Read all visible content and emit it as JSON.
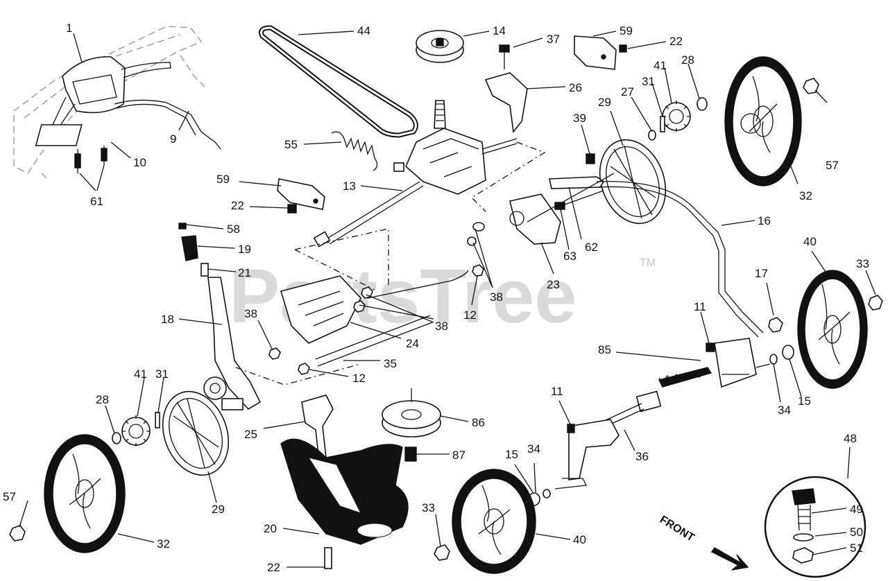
{
  "watermark": {
    "text": "PartsTree",
    "tm": "TM"
  },
  "front_arrow": "FRONT",
  "labels": {
    "l1": "1",
    "l9": "9",
    "l10": "10",
    "l61": "61",
    "l44": "44",
    "l14": "14",
    "l37": "37",
    "l59a": "59",
    "l22a": "22",
    "l26": "26",
    "l41a": "41",
    "l28a": "28",
    "l31a": "31",
    "l27": "27",
    "l29a": "29",
    "l39": "39",
    "l57a": "57",
    "l32a": "32",
    "l55": "55",
    "l13": "13",
    "l59b": "59",
    "l22b": "22",
    "l58": "58",
    "l19": "19",
    "l21": "21",
    "l18": "18",
    "l38a": "38",
    "l38b": "38",
    "l38c": "38",
    "l12a": "12",
    "l12b": "12",
    "l24": "24",
    "l35": "35",
    "l23": "23",
    "l63": "63",
    "l62": "62",
    "l16": "16",
    "l40a": "40",
    "l33a": "33",
    "l17": "17",
    "l11a": "11",
    "l85": "85",
    "l34a": "34",
    "l15a": "15",
    "l41b": "41",
    "l31b": "31",
    "l28b": "28",
    "l25": "25",
    "l86": "86",
    "l87": "87",
    "l11b": "11",
    "l36": "36",
    "l15b": "15",
    "l34b": "34",
    "l48": "48",
    "l49": "49",
    "l50": "50",
    "l51": "51",
    "l29b": "29",
    "l57b": "57",
    "l32b": "32",
    "l20": "20",
    "l33b": "33",
    "l40b": "40",
    "l22c": "22"
  }
}
